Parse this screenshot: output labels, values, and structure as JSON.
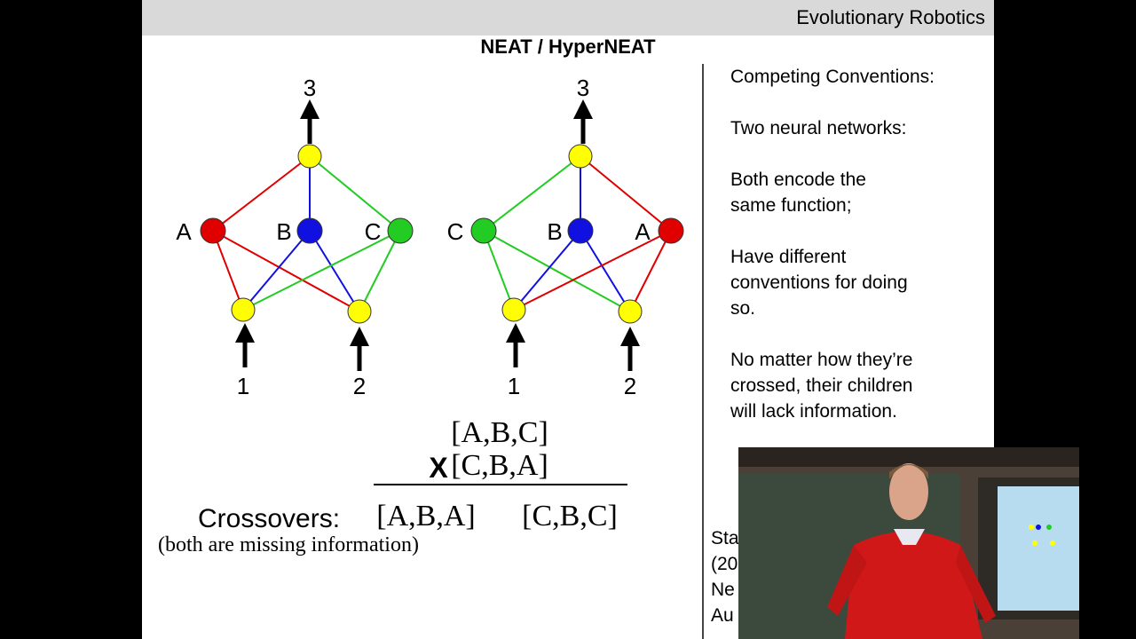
{
  "header": {
    "course_title": "Evolutionary Robotics"
  },
  "slide_title": "NEAT / HyperNEAT",
  "network_left": {
    "output_label": "3",
    "input_labels": [
      "1",
      "2"
    ],
    "hidden_labels": [
      "A",
      "B",
      "C"
    ]
  },
  "network_right": {
    "output_label": "3",
    "input_labels": [
      "1",
      "2"
    ],
    "hidden_labels": [
      "C",
      "B",
      "A"
    ]
  },
  "crossover": {
    "parent1": "[A,B,C]",
    "operator": "X",
    "parent2": "[C,B,A]",
    "label": "Crossovers:",
    "child1": "[A,B,A]",
    "child2": "[C,B,C]",
    "note": "(both are missing information)"
  },
  "sidebar": {
    "lines": [
      [
        "Competing Conventions:"
      ],
      [
        "Two neural networks:"
      ],
      [
        "Both encode the",
        "same function;"
      ],
      [
        "Have different",
        "conventions for doing",
        "so."
      ],
      [
        "No matter how they’re",
        "crossed, their children",
        "will lack information."
      ]
    ],
    "citation_lines": [
      "Sta",
      "(20",
      "Ne",
      "Au"
    ]
  },
  "colors": {
    "red": "#e00000",
    "green": "#22cc22",
    "blue": "#1010e0",
    "yellow": "#ffff00",
    "header_bg": "#d9d9d9"
  }
}
